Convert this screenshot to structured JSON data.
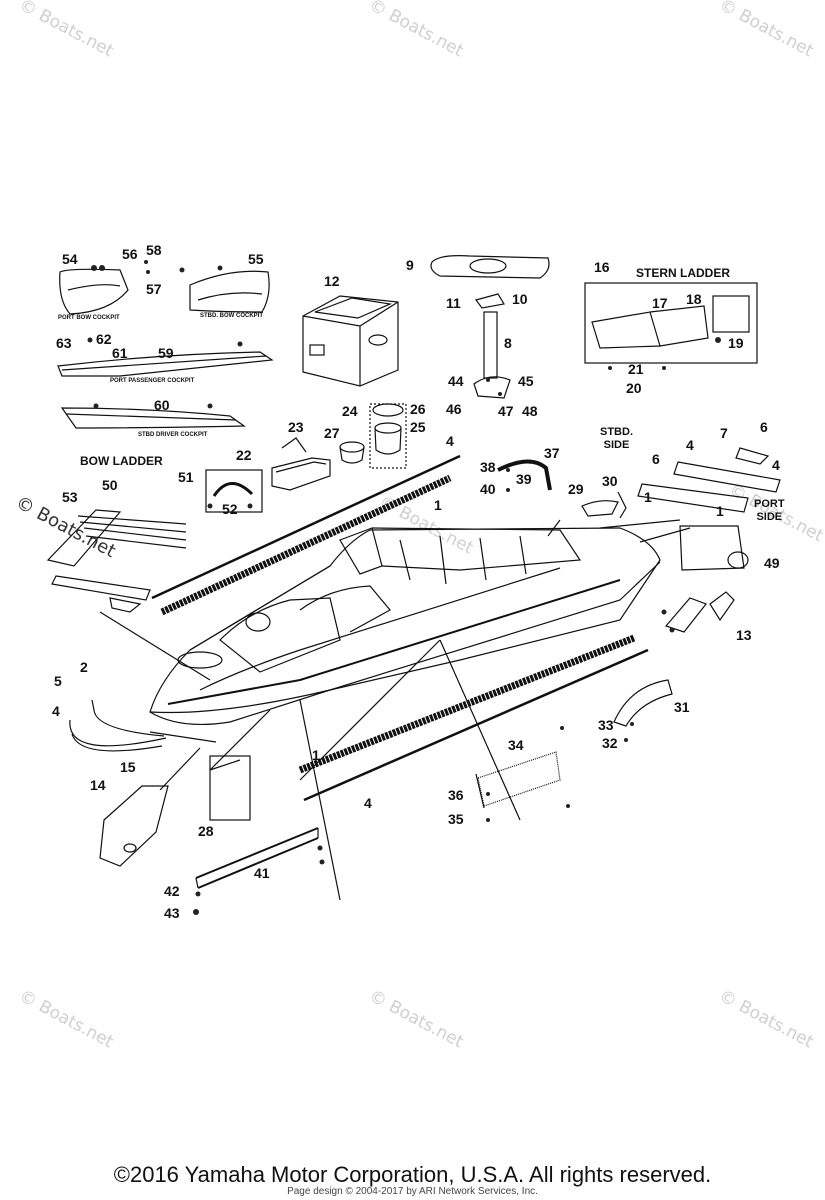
{
  "watermark": "© Boats.net",
  "section_titles": {
    "stern_ladder": "STERN LADDER",
    "bow_ladder": "BOW LADDER",
    "stbd_side": "STBD.\nSIDE",
    "port_side": "PORT\nSIDE"
  },
  "captions": {
    "port_bow_cockpit": "PORT BOW COCKPIT",
    "stbd_bow_cockpit": "STBD. BOW COCKPIT",
    "port_passenger_cockpit": "PORT PASSENGER COCKPIT",
    "stbd_driver_cockpit": "STBD DRIVER COCKPIT"
  },
  "callouts": {
    "n54": "54",
    "n56": "56",
    "n58": "58",
    "n57": "57",
    "n55": "55",
    "n12": "12",
    "n9": "9",
    "n11": "11",
    "n10": "10",
    "n16": "16",
    "n17": "17",
    "n18": "18",
    "n19": "19",
    "n21": "21",
    "n20": "20",
    "n63": "63",
    "n62": "62",
    "n61": "61",
    "n59": "59",
    "n8": "8",
    "n44": "44",
    "n45": "45",
    "n46": "46",
    "n47": "47",
    "n48": "48",
    "n60": "60",
    "n24": "24",
    "n26": "26",
    "n25": "25",
    "n23": "23",
    "n27": "27",
    "n22": "22",
    "n4a": "4",
    "n1a": "1",
    "n38": "38",
    "n37": "37",
    "n39": "39",
    "n40": "40",
    "n29": "29",
    "n30": "30",
    "n4b": "4",
    "n7": "7",
    "n6a": "6",
    "n6b": "6",
    "n4c": "4",
    "n1b": "1",
    "n1c": "1",
    "n51": "51",
    "n52": "52",
    "n53": "53",
    "n50": "50",
    "n49": "49",
    "n13": "13",
    "n5": "5",
    "n2": "2",
    "n4d": "4",
    "n31": "31",
    "n33": "33",
    "n32": "32",
    "n15": "15",
    "n14": "14",
    "n1d": "1",
    "n34": "34",
    "n4e": "4",
    "n36": "36",
    "n35": "35",
    "n28": "28",
    "n41": "41",
    "n42": "42",
    "n43": "43"
  },
  "footer": {
    "copyright": "©2016 Yamaha Motor Corporation, U.S.A. All rights reserved.",
    "page_design": "Page design © 2004-2017 by ARI Network Services, Inc."
  }
}
